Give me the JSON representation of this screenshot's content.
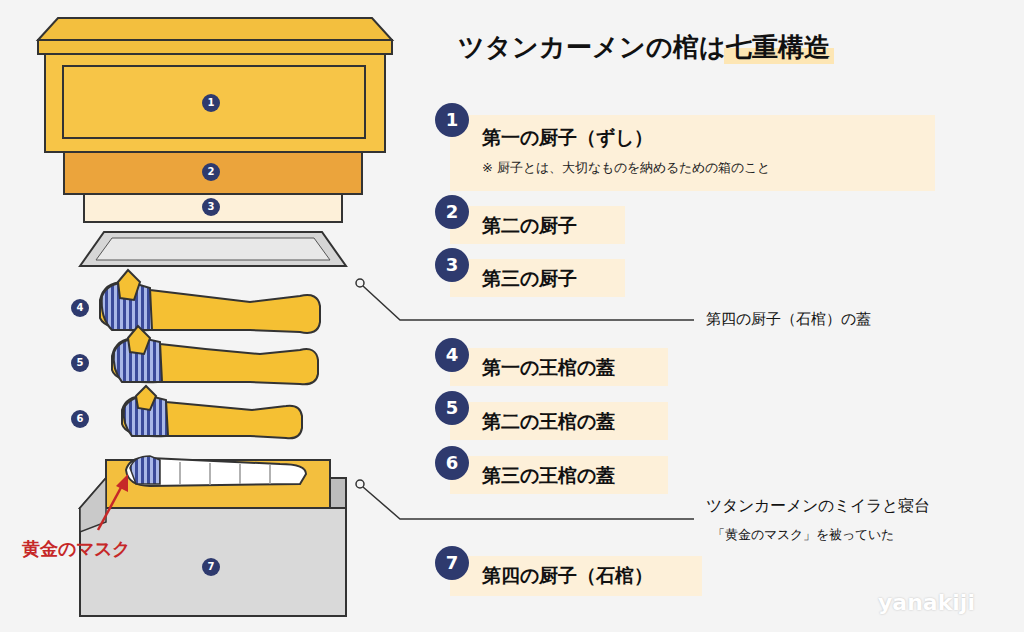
{
  "diagram": {
    "title": "ツタンカーメンの棺は七重構造",
    "nodes": [
      {
        "text": [
          "第一の厨子（ずし）",
          "※ 厨子とは、大切なものを納めるための箱のこと"
        ]
      },
      {
        "text": [
          "第二の厨子"
        ]
      },
      {
        "text": [
          "第三の厨子"
        ]
      },
      {
        "text": [
          "第一の王棺の蓋"
        ]
      },
      {
        "text": [
          "第二の王棺の蓋"
        ]
      },
      {
        "text": [
          "第三の王棺の蓋"
        ]
      },
      {
        "text": [
          "第四の厨子（石棺）"
        ]
      }
    ],
    "labels": [
      "1",
      "2",
      "3",
      "4",
      "5",
      "6",
      "7",
      "1",
      "2",
      "3",
      "4",
      "5",
      "6",
      "7",
      "第四の厨子（石棺）の蓋",
      "ツタンカーメンのミイラと寝台",
      "「黄金のマスク」を被っていた",
      "黄金のマスク",
      "yanakiji"
    ]
  }
}
